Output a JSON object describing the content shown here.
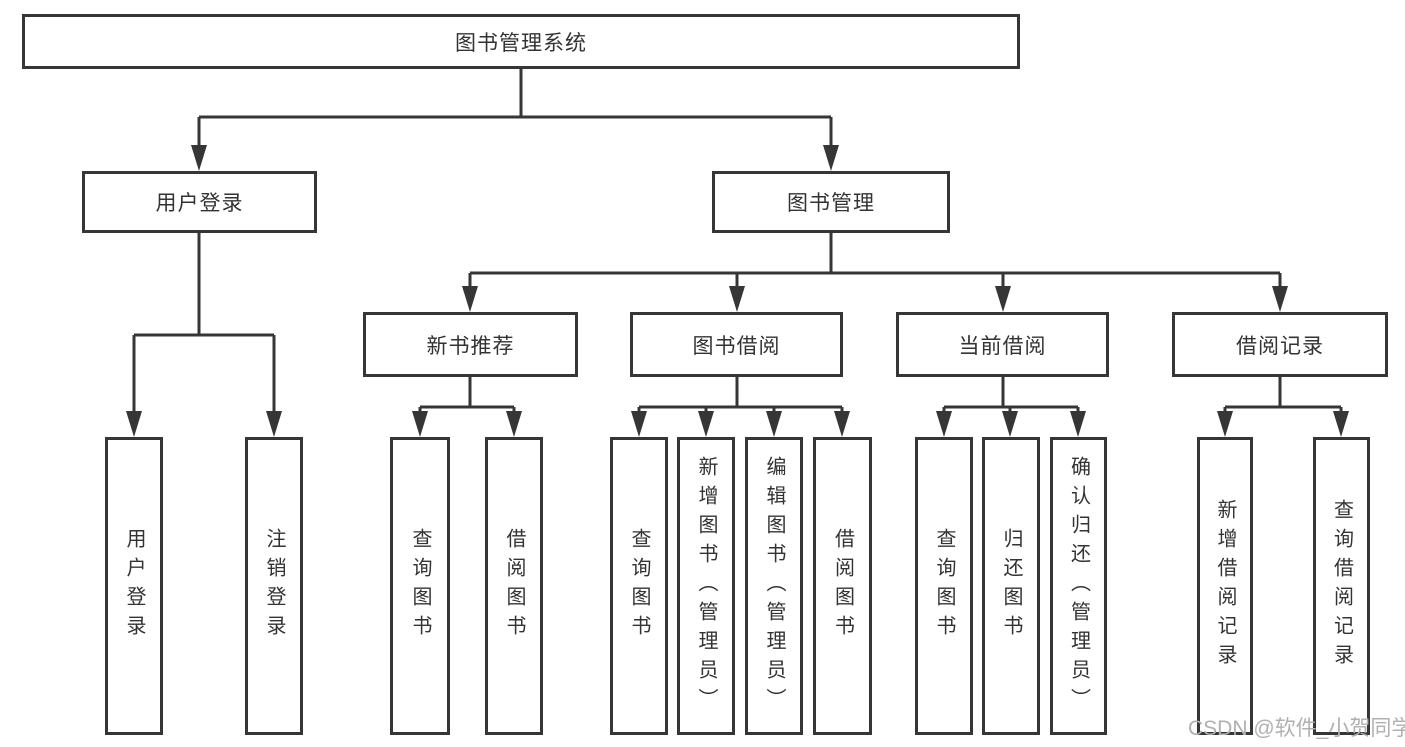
{
  "tree": {
    "root": "图书管理系统",
    "branches": [
      {
        "label": "用户登录",
        "children": [
          "用户登录",
          "注销登录"
        ]
      },
      {
        "label": "图书管理",
        "children": [
          {
            "label": "新书推荐",
            "children": [
              "查询图书",
              "借阅图书"
            ]
          },
          {
            "label": "图书借阅",
            "children": [
              "查询图书",
              "新增图书（管理员）",
              "编辑图书（管理员）",
              "借阅图书"
            ]
          },
          {
            "label": "当前借阅",
            "children": [
              "查询图书",
              "归还图书",
              "确认归还（管理员）"
            ]
          },
          {
            "label": "借阅记录",
            "children": [
              "新增借阅记录",
              "查询借阅记录"
            ]
          }
        ]
      }
    ]
  },
  "watermark": "CSDN @软件_小贺同学",
  "colors": {
    "line": "#363636",
    "text": "#333333",
    "watermark": "#b0b0b0",
    "background": "#ffffff"
  }
}
